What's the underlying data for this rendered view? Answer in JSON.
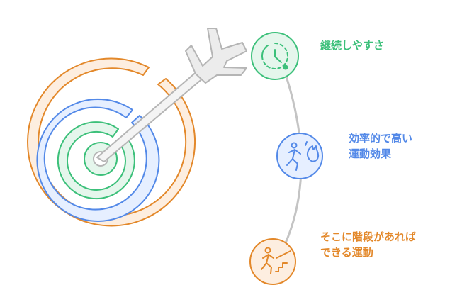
{
  "colors": {
    "green": "#3cc07a",
    "blue": "#5389e8",
    "orange": "#e3882a",
    "gray": "#c4c4c4",
    "green_fill": "#e5f6ec",
    "blue_fill": "#e6efff",
    "orange_fill": "#fdeee0"
  },
  "items": [
    {
      "lines": [
        "継続しやすさ"
      ],
      "icon": "clock-icon",
      "color": "#3cc07a"
    },
    {
      "lines": [
        "効率的で高い",
        "運動効果"
      ],
      "icon": "running-fire-icon",
      "color": "#5389e8"
    },
    {
      "lines": [
        "そこに階段があれば",
        "できる運動"
      ],
      "icon": "stairs-climber-icon",
      "color": "#e3882a"
    }
  ]
}
